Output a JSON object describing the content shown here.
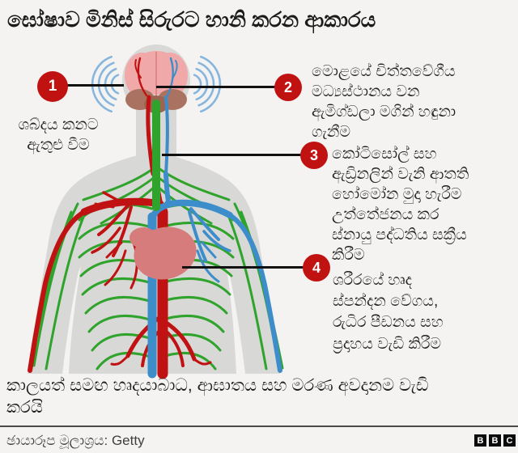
{
  "title": "ඝෝෂාව මිනිස් සිරුරට හානි කරන ආකාරය",
  "callouts": [
    {
      "number": "1",
      "label": "ශබ්දය කනට\nඇතුළු වීම"
    },
    {
      "number": "2",
      "label": "මොළයේ චිත්තවේගීය\n මධ්‍යස්ථානය වන\nඇමිග්ඩලා මගින් හඳුනා\nගැනීම"
    },
    {
      "number": "3",
      "label": "කෝටිසෝල් සහ\nඇඩ්‍රිනලින් වැනි ආතති\nහෝමෝන මුදා හැරීම\nඋත්තේජනය කර\nස්නායු පද්ධතිය සක්‍රීය\nකිරීම"
    },
    {
      "number": "4",
      "label": "ශරීරයේ හෘද\nස්පන්දන වේගය,\nරුධිර පීඩනය සහ\nප්‍රදාහය වැඩි කිරීම"
    }
  ],
  "summary": "කාලයත් සමඟ හෘදයාබාධ, ආඝාතය සහ මරණ අවදානම වැඩි\nකරයි",
  "footer": {
    "credit": "ඡායාරූප මූලාශ්‍රය: Getty",
    "logo_letters": [
      "B",
      "B",
      "C"
    ]
  },
  "illustration": {
    "figure": "human-upper-body-front-view",
    "parts": [
      "sound-waves",
      "brain",
      "amygdala-brainstem",
      "spinal-cord",
      "nerves",
      "arteries",
      "veins",
      "heart"
    ]
  },
  "colors": {
    "background": "#f4f3f1",
    "body_gray": "#d8d8d7",
    "artery_red": "#c01212",
    "vein_blue": "#3d8dcb",
    "nerve_green": "#2fa32b",
    "sound_wave_blue": "#86b5de",
    "brain_pink": "#f0a8a8",
    "brain_midline": "#d48080",
    "brainstem_brown": "#aa7260",
    "brainstem_dark": "#9b6552",
    "heart_pink": "#d67c7c",
    "callout_red": "#c11212",
    "text_dark": "#1c1c1c"
  }
}
